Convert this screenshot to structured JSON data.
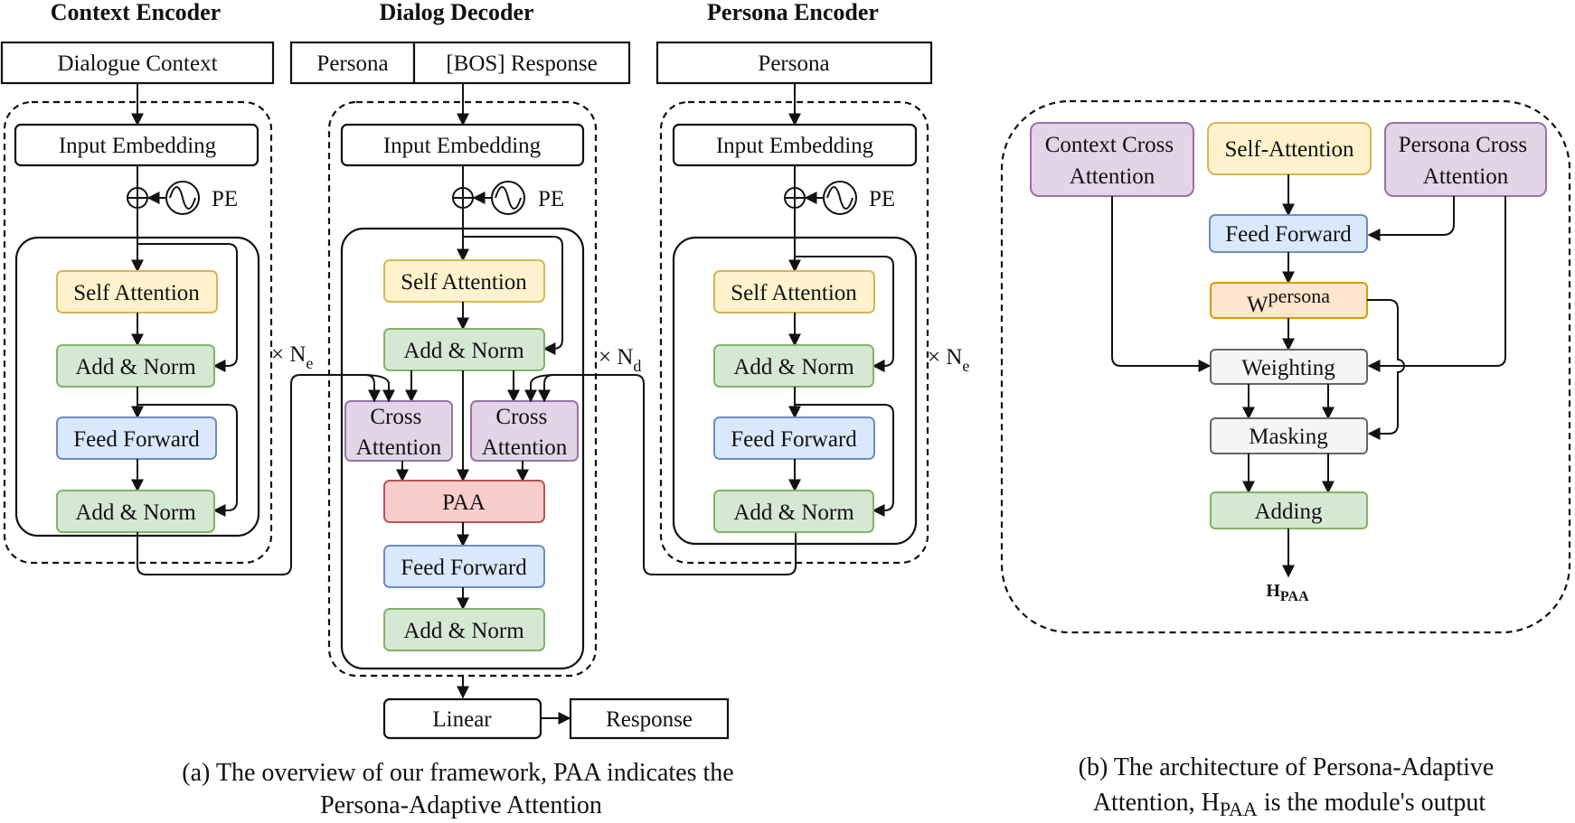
{
  "panel_a": {
    "context_encoder": {
      "title": "Context Encoder",
      "input": "Dialogue Context",
      "embedding": "Input Embedding",
      "pe": "PE",
      "self_attention": "Self Attention",
      "add_norm_1": "Add & Norm",
      "feed_forward": "Feed Forward",
      "add_norm_2": "Add & Norm",
      "repeat": "× N",
      "repeat_sub": "e"
    },
    "dialog_decoder": {
      "title": "Dialog Decoder",
      "input_persona": "Persona",
      "input_response": "[BOS] Response",
      "embedding": "Input Embedding",
      "pe": "PE",
      "self_attention": "Self Attention",
      "add_norm_1": "Add & Norm",
      "cross_attention_line1": "Cross",
      "cross_attention_line2": "Attention",
      "paa": "PAA",
      "feed_forward": "Feed Forward",
      "add_norm_2": "Add & Norm",
      "repeat": "× N",
      "repeat_sub": "d",
      "linear": "Linear",
      "output": "Response"
    },
    "persona_encoder": {
      "title": "Persona Encoder",
      "input": "Persona",
      "embedding": "Input Embedding",
      "pe": "PE",
      "self_attention": "Self Attention",
      "add_norm_1": "Add & Norm",
      "feed_forward": "Feed Forward",
      "add_norm_2": "Add & Norm",
      "repeat": "× N",
      "repeat_sub": "e"
    },
    "caption_line1": "(a) The overview of our framework, PAA indicates the",
    "caption_line2": "Persona-Adaptive Attention"
  },
  "panel_b": {
    "context_cross_line1": "Context Cross",
    "context_cross_line2": "Attention",
    "self_attention": "Self-Attention",
    "persona_cross_line1": "Persona Cross",
    "persona_cross_line2": "Attention",
    "feed_forward": "Feed Forward",
    "w_base": "W",
    "w_sup": "persona",
    "weighting": "Weighting",
    "masking": "Masking",
    "adding": "Adding",
    "output_base": "H",
    "output_sub": "PAA",
    "caption_line1": "(b) The architecture of Persona-Adaptive",
    "caption_line2_pre": "Attention, H",
    "caption_line2_sub": "PAA",
    "caption_line2_post": " is the module's output"
  },
  "colors": {
    "yellow_fill": "#fff2cc",
    "yellow_stroke": "#d6b656",
    "green_fill": "#d5e8d4",
    "green_stroke": "#82b366",
    "blue_fill": "#dae8fc",
    "blue_stroke": "#6c8ebf",
    "purple_fill": "#e1d5e7",
    "purple_stroke": "#9673a6",
    "red_fill": "#f8cecc",
    "red_stroke": "#b85450",
    "orange_fill": "#ffe6cc",
    "orange_stroke": "#d79b00",
    "gray_fill": "#f5f5f5",
    "gray_stroke": "#666666"
  },
  "icons": {
    "sum": "circle-plus-icon",
    "positional_encoding": "sine-wave-icon"
  }
}
